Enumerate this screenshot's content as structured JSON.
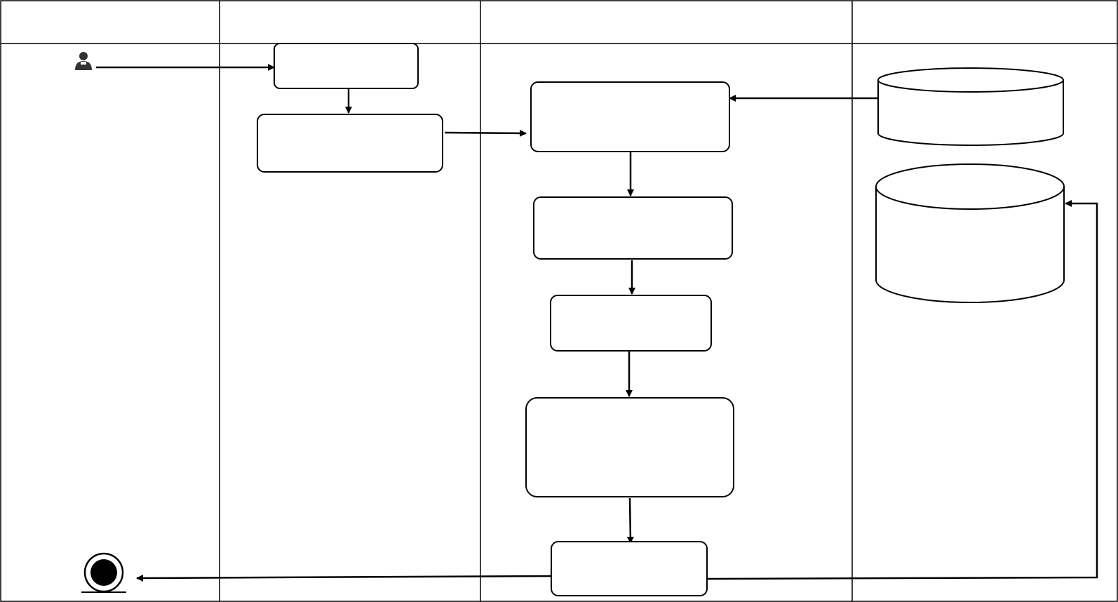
{
  "diagram": {
    "type": "swimlane-activity",
    "lanes": [
      {
        "id": "lane-1",
        "label": ""
      },
      {
        "id": "lane-2",
        "label": ""
      },
      {
        "id": "lane-3",
        "label": ""
      },
      {
        "id": "lane-4",
        "label": ""
      }
    ],
    "nodes": [
      {
        "id": "start-actor",
        "kind": "actor",
        "label": ""
      },
      {
        "id": "box-1",
        "kind": "process",
        "label": ""
      },
      {
        "id": "box-2",
        "kind": "process",
        "label": ""
      },
      {
        "id": "box-3",
        "kind": "process",
        "label": ""
      },
      {
        "id": "box-4",
        "kind": "process",
        "label": ""
      },
      {
        "id": "box-5",
        "kind": "process",
        "label": ""
      },
      {
        "id": "box-6",
        "kind": "process",
        "label": ""
      },
      {
        "id": "box-7",
        "kind": "process",
        "label": ""
      },
      {
        "id": "db-1",
        "kind": "database",
        "label": ""
      },
      {
        "id": "db-2",
        "kind": "database",
        "label": ""
      },
      {
        "id": "end-node",
        "kind": "final",
        "label": ""
      }
    ],
    "edges": [
      {
        "from": "start-actor",
        "to": "box-1"
      },
      {
        "from": "box-1",
        "to": "box-2"
      },
      {
        "from": "box-2",
        "to": "box-3"
      },
      {
        "from": "db-1",
        "to": "box-3"
      },
      {
        "from": "box-3",
        "to": "box-4"
      },
      {
        "from": "box-4",
        "to": "box-5"
      },
      {
        "from": "box-5",
        "to": "box-6"
      },
      {
        "from": "box-6",
        "to": "box-7"
      },
      {
        "from": "box-7",
        "to": "end-node"
      },
      {
        "from": "box-7",
        "to": "db-2"
      }
    ],
    "colors": {
      "stroke": "#000000",
      "fill": "#ffffff",
      "actor": "#333333"
    }
  }
}
